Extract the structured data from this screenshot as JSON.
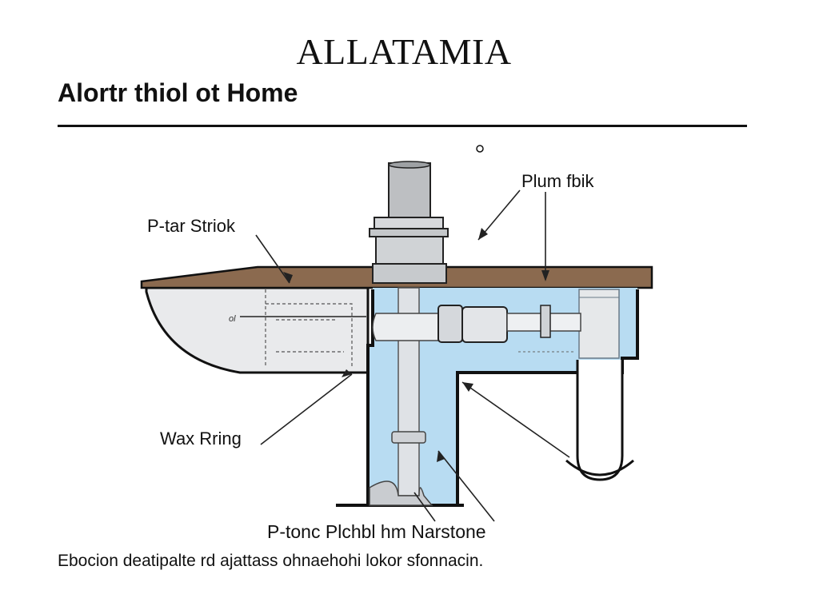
{
  "title": "ALLATAMIA",
  "subtitle": "Alortr thiol ot Home",
  "labels": {
    "p_tar_striok": "P-tar Striok",
    "plumb_fbik": "Plum fbik",
    "wax_ring": "Wax Rring",
    "p_tonc": "P-tonc Plchbl hm Narstone",
    "small_mark": "ol"
  },
  "caption": "Ebocion deatipalte rd ajattass ohnaehohi lokor sfonnacin.",
  "colors": {
    "countertop": "#8b6a4f",
    "water": "#b8dcf2",
    "pipe": "#cfd2d6",
    "basin": "#e9eaec",
    "outline": "#111111"
  }
}
